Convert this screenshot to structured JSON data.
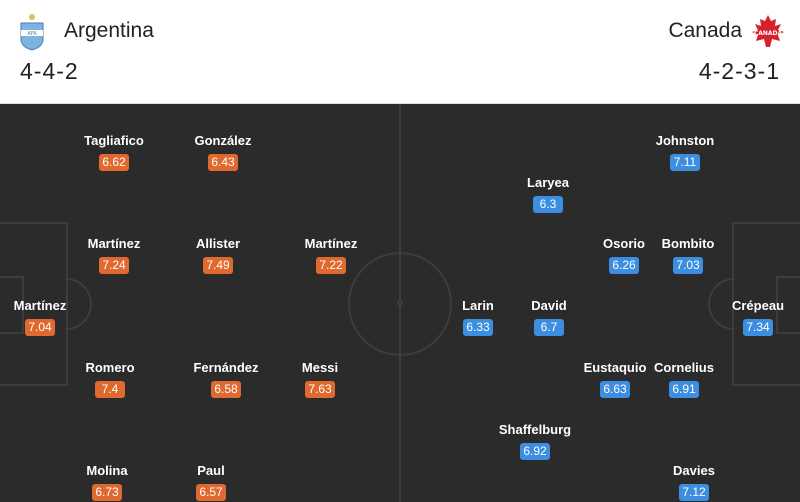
{
  "colors": {
    "home_rating": "#e0692f",
    "away_rating": "#3b8ee0",
    "pitch": "#2b2b2b"
  },
  "home": {
    "name": "Argentina",
    "formation": "4-4-2",
    "crest_icon": "argentina-crest-icon",
    "players": [
      {
        "name": "Martínez",
        "rating": "7.04"
      },
      {
        "name": "Tagliafico",
        "rating": "6.62"
      },
      {
        "name": "González",
        "rating": "6.43"
      },
      {
        "name": "Martínez",
        "rating": "7.24"
      },
      {
        "name": "Allister",
        "rating": "7.49"
      },
      {
        "name": "Martínez",
        "rating": "7.22"
      },
      {
        "name": "Romero",
        "rating": "7.4"
      },
      {
        "name": "Fernández",
        "rating": "6.58"
      },
      {
        "name": "Messi",
        "rating": "7.63"
      },
      {
        "name": "Molina",
        "rating": "6.73"
      },
      {
        "name": "Paul",
        "rating": "6.57"
      }
    ]
  },
  "away": {
    "name": "Canada",
    "formation": "4-2-3-1",
    "crest_icon": "canada-crest-icon",
    "crest_text": "CANADA",
    "players": [
      {
        "name": "Johnston",
        "rating": "7.11"
      },
      {
        "name": "Laryea",
        "rating": "6.3"
      },
      {
        "name": "Osorio",
        "rating": "6.26"
      },
      {
        "name": "Bombito",
        "rating": "7.03"
      },
      {
        "name": "Larin",
        "rating": "6.33"
      },
      {
        "name": "David",
        "rating": "6.7"
      },
      {
        "name": "Crépeau",
        "rating": "7.34"
      },
      {
        "name": "Eustaquio",
        "rating": "6.63"
      },
      {
        "name": "Cornelius",
        "rating": "6.91"
      },
      {
        "name": "Shaffelburg",
        "rating": "6.92"
      },
      {
        "name": "Davies",
        "rating": "7.12"
      }
    ]
  }
}
